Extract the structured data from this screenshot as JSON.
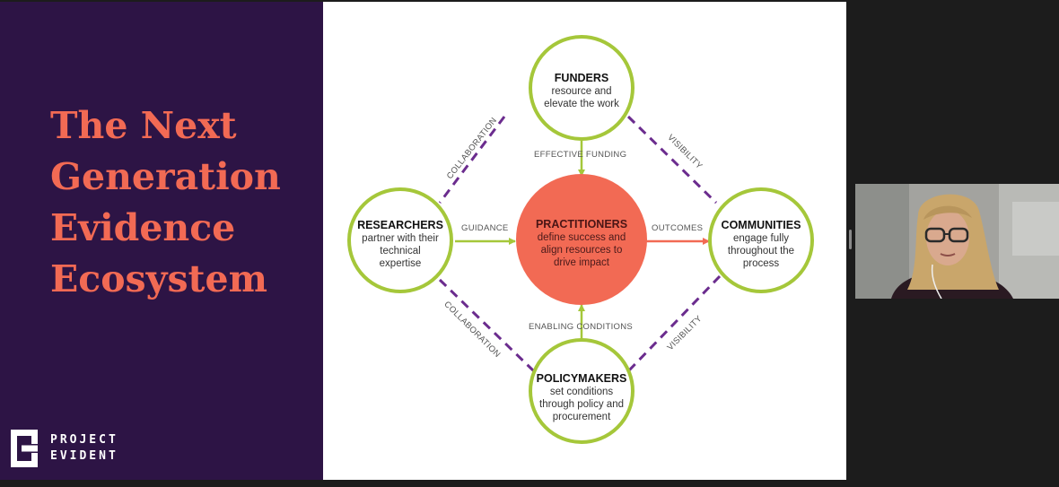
{
  "slide": {
    "title_lines": [
      "The Next",
      "Generation",
      "Evidence",
      "Ecosystem"
    ],
    "logo": {
      "icon": "project-evident-logo-icon",
      "line1": "PROJECT",
      "line2": "EVIDENT"
    },
    "diagram": {
      "center": {
        "title": "PRACTITIONERS",
        "desc_lines": [
          "define success and",
          "align resources to",
          "drive impact"
        ]
      },
      "funders": {
        "title": "FUNDERS",
        "desc_lines": [
          "resource and",
          "elevate the work"
        ]
      },
      "researchers": {
        "title": "RESEARCHERS",
        "desc_lines": [
          "partner with their",
          "technical",
          "expertise"
        ]
      },
      "communities": {
        "title": "COMMUNITIES",
        "desc_lines": [
          "engage fully",
          "throughout the",
          "process"
        ]
      },
      "policymakers": {
        "title": "POLICYMAKERS",
        "desc_lines": [
          "set conditions",
          "through policy and",
          "procurement"
        ]
      },
      "edges": {
        "effective_funding": "EFFECTIVE FUNDING",
        "guidance": "GUIDANCE",
        "outcomes": "OUTCOMES",
        "enabling_conditions": "ENABLING CONDITIONS",
        "collaboration_top": "COLLABORATION",
        "collaboration_bottom": "COLLABORATION",
        "visibility_top": "VISIBILITY",
        "visibility_bottom": "VISIBILITY"
      }
    }
  },
  "colors": {
    "panel_purple": "#2d1445",
    "title_coral": "#f26a54",
    "center_coral": "#f26a54",
    "ring_green": "#a5c73a",
    "dash_purple": "#6b2c8e"
  },
  "participant_video": {
    "icon": "participant-video-feed"
  }
}
